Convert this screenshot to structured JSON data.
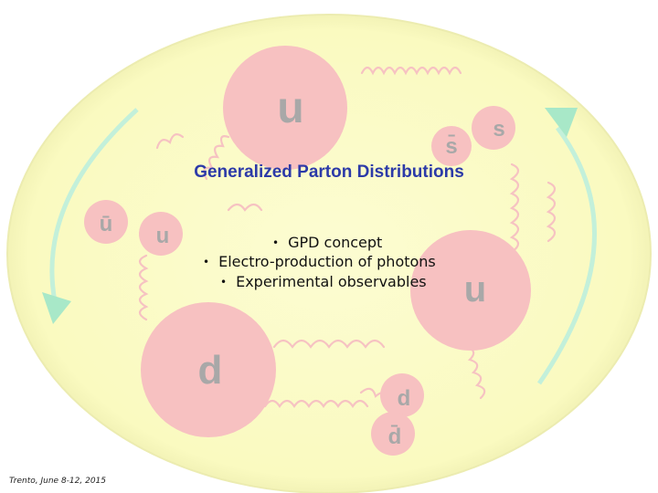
{
  "slide": {
    "title": "Generalized Parton Distributions",
    "bullets": [
      "GPD concept",
      "Electro-production of photons",
      "Experimental observables"
    ],
    "footer": "Trento, June 8-12, 2015"
  },
  "diagram": {
    "quark_labels": {
      "u_top": "u",
      "s": "s",
      "sbar": "s̄",
      "ubar": "ū",
      "u_left": "u",
      "u_right": "u",
      "d_big": "d",
      "d_small": "d",
      "dbar": "d̄"
    }
  },
  "colors": {
    "background_blob": "#fbfbc4",
    "quark_fill": "#f7c1c1",
    "arrow": "#bff0d8",
    "title": "#2c3aa8"
  }
}
